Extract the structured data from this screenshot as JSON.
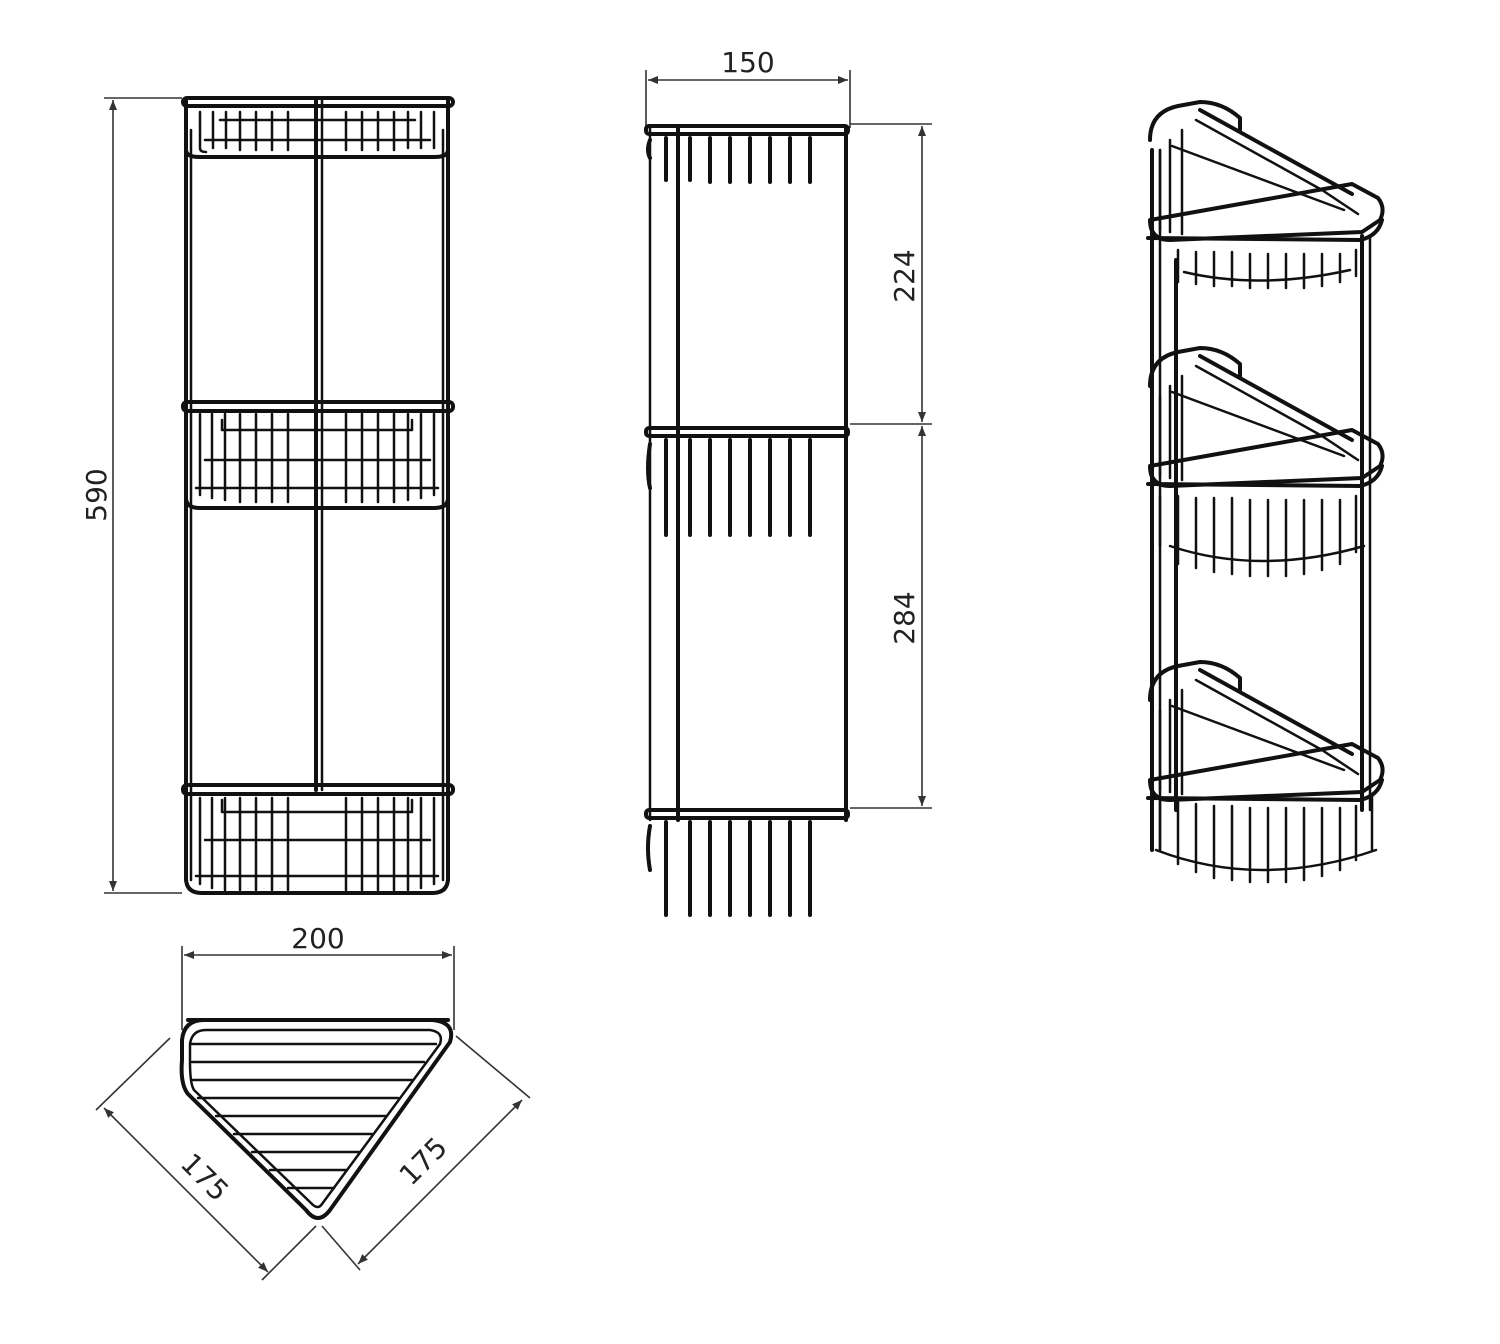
{
  "dimensions": {
    "overall_height": "590",
    "side_depth": "150",
    "upper_spacing": "224",
    "lower_spacing": "284",
    "top_width": "200",
    "leg_left": "175",
    "leg_right": "175"
  }
}
